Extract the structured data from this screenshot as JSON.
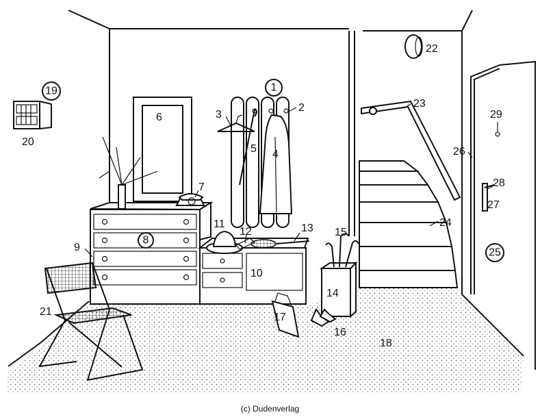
{
  "labels": {
    "n1": "1",
    "n2": "2",
    "n3": "3",
    "n4": "4",
    "n5": "5",
    "n6": "6",
    "n7": "7",
    "n8": "8",
    "n9": "9",
    "n10": "10",
    "n11": "11",
    "n12": "12",
    "n13": "13",
    "n14": "14",
    "n15": "15",
    "n16": "16",
    "n17": "17",
    "n18": "18",
    "n19": "19",
    "n20": "20",
    "n21": "21",
    "n22": "22",
    "n23": "23",
    "n24": "24",
    "n25": "25",
    "n26": "26",
    "n27": "27",
    "n28": "28",
    "n29": "29"
  },
  "credit": "(c) Dudenverlag",
  "colors": {
    "ink": "#111111",
    "paper": "#ffffff"
  }
}
